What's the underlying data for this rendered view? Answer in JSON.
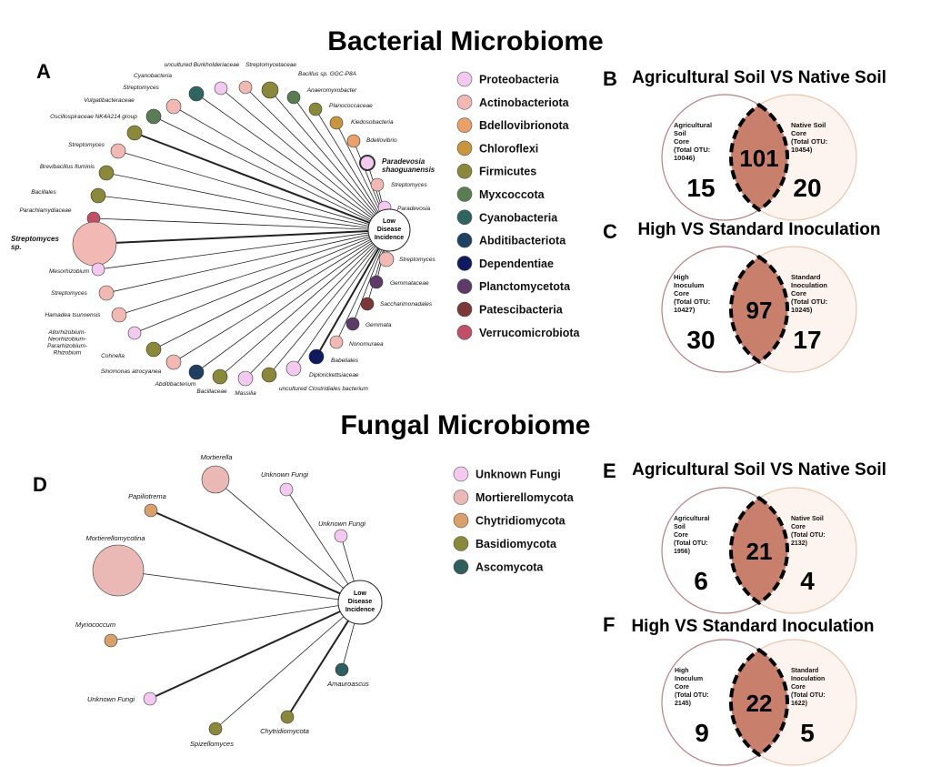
{
  "titles": {
    "bacterial": "Bacterial Microbiome",
    "fungal": "Fungal Microbiome"
  },
  "panel_letters": [
    "A",
    "B",
    "C",
    "D",
    "E",
    "F"
  ],
  "bacterial_network": {
    "hub": [
      "Low",
      "Disease",
      "Incidence"
    ],
    "nodes": [
      {
        "label": "uncultured Burkholderiaceae",
        "phylum": "Proteobacteria"
      },
      {
        "label": "Streptomycetaceae",
        "phylum": "Actinobacteriota"
      },
      {
        "label": "Bacillus sp. GGC-P8A",
        "phylum": "Firmicutes"
      },
      {
        "label": "Cyanobacteria",
        "phylum": "Cyanobacteria"
      },
      {
        "label": "Anaeromyxobacter",
        "phylum": "Myxcoccota"
      },
      {
        "label": "Streptomyces",
        "phylum": "Actinobacteriota"
      },
      {
        "label": "Planococcaceae",
        "phylum": "Firmicutes"
      },
      {
        "label": "Vulgatibacteraceae",
        "phylum": "Myxcoccota"
      },
      {
        "label": "Kiedosobacteria",
        "phylum": "Chloroflexi"
      },
      {
        "label": "Oscillospiraceae NK4A214 group",
        "phylum": "Firmicutes"
      },
      {
        "label": "Bdellovibrio",
        "phylum": "Bdellovibrionota"
      },
      {
        "label": "Streptomyces",
        "phylum": "Actinobacteriota"
      },
      {
        "label": "Paradevosia shaoguanensis",
        "phylum": "Proteobacteria"
      },
      {
        "label": "Brevibacillus fluminis",
        "phylum": "Firmicutes"
      },
      {
        "label": "Streptomyces",
        "phylum": "Actinobacteriota"
      },
      {
        "label": "Bacillales",
        "phylum": "Firmicutes"
      },
      {
        "label": "Paradevosia",
        "phylum": "Proteobacteria"
      },
      {
        "label": "Parachlamydiaceae",
        "phylum": "Verrucomicrobiota"
      },
      {
        "label": "Streptomyces sp.",
        "phylum": "Actinobacteriota"
      },
      {
        "label": "Streptomyces",
        "phylum": "Actinobacteriota"
      },
      {
        "label": "Mesorhizobium",
        "phylum": "Proteobacteria"
      },
      {
        "label": "Gemmataceae",
        "phylum": "Planctomycetota"
      },
      {
        "label": "Streptomyces",
        "phylum": "Actinobacteriota"
      },
      {
        "label": "Saccharimonadales",
        "phylum": "Patescibacteria"
      },
      {
        "label": "Hamadea tsunoensis",
        "phylum": "Actinobacteriota"
      },
      {
        "label": "Gemmata",
        "phylum": "Planctomycetota"
      },
      {
        "label": "Allorhizobium-Neorhizobium-Pararhizobium-Rhizobium",
        "phylum": "Proteobacteria"
      },
      {
        "label": "Nonomuraea",
        "phylum": "Actinobacteriota"
      },
      {
        "label": "Cohnella",
        "phylum": "Firmicutes"
      },
      {
        "label": "Babeliales",
        "phylum": "Dependentiae"
      },
      {
        "label": "Sinomonas atrocyanea",
        "phylum": "Actinobacteriota"
      },
      {
        "label": "Diplorickettsiaceae",
        "phylum": "Proteobacteria"
      },
      {
        "label": "Abditibacterium",
        "phylum": "Abditibacteriota"
      },
      {
        "label": "Bacillaceae",
        "phylum": "Firmicutes"
      },
      {
        "label": "Massilia",
        "phylum": "Proteobacteria"
      },
      {
        "label": "uncultured Clostridiales bacterium",
        "phylum": "Firmicutes"
      }
    ]
  },
  "bacterial_legend": [
    {
      "name": "Proteobacteria",
      "color": "#f4c9ef"
    },
    {
      "name": "Actinobacteriota",
      "color": "#f2b8b4"
    },
    {
      "name": "Bdellovibrionota",
      "color": "#e9a06b"
    },
    {
      "name": "Chloroflexi",
      "color": "#c8953e"
    },
    {
      "name": "Firmicutes",
      "color": "#8a883a"
    },
    {
      "name": "Myxcoccota",
      "color": "#5a7c52"
    },
    {
      "name": "Cyanobacteria",
      "color": "#2f6461"
    },
    {
      "name": "Abditibacteriota",
      "color": "#1f4063"
    },
    {
      "name": "Dependentiae",
      "color": "#0f1b5e"
    },
    {
      "name": "Planctomycetota",
      "color": "#5e3a68"
    },
    {
      "name": "Patescibacteria",
      "color": "#7c3838"
    },
    {
      "name": "Verrucomicrobiota",
      "color": "#c05066"
    }
  ],
  "fungal_network": {
    "hub": [
      "Low",
      "Disease",
      "Incidence"
    ],
    "nodes": [
      {
        "label": "Mortierella",
        "phylum": "Mortierellomycota"
      },
      {
        "label": "Unknown Fungi",
        "phylum": "Unknown Fungi"
      },
      {
        "label": "Papiliotrema",
        "phylum": "Chytridiomycota"
      },
      {
        "label": "Unknown Fungi",
        "phylum": "Unknown Fungi"
      },
      {
        "label": "Mortierellomycotina",
        "phylum": "Mortierellomycota"
      },
      {
        "label": "Myriococcum",
        "phylum": "Chytridiomycota"
      },
      {
        "label": "Amauroascus",
        "phylum": "Ascomycota"
      },
      {
        "label": "Unknown Fungi",
        "phylum": "Unknown Fungi"
      },
      {
        "label": "Chytridiomycota",
        "phylum": "Basidiomycota"
      },
      {
        "label": "Spizellomyces",
        "phylum": "Basidiomycota"
      }
    ]
  },
  "fungal_legend": [
    {
      "name": "Unknown Fungi",
      "color": "#f4c9ef"
    },
    {
      "name": "Mortierellomycota",
      "color": "#ebb9b5"
    },
    {
      "name": "Chytridiomycota",
      "color": "#d9a06c"
    },
    {
      "name": "Basidiomycota",
      "color": "#8a883a"
    },
    {
      "name": "Ascomycota",
      "color": "#2f5f5c"
    }
  ],
  "venns": [
    {
      "letter": "B",
      "title": "Agricultural Soil VS Native Soil",
      "left_label": [
        "Agricultural",
        "Soil",
        "Core",
        "(Total OTU:",
        "10046)"
      ],
      "right_label": [
        "Native Soil",
        "Core",
        "(Total OTU:",
        "10454)"
      ],
      "left_only": 15,
      "shared": 101,
      "right_only": 20
    },
    {
      "letter": "C",
      "title": "High VS Standard Inoculation",
      "left_label": [
        "High",
        "Inoculum",
        "Core",
        "(Total OTU:",
        "10427)"
      ],
      "right_label": [
        "Standard",
        "Inoculation",
        "Core",
        "(Total OTU:",
        "10245)"
      ],
      "left_only": 30,
      "shared": 97,
      "right_only": 17
    },
    {
      "letter": "E",
      "title": "Agricultural Soil VS Native Soil",
      "left_label": [
        "Agricultural",
        "Soil",
        "Core",
        "(Total OTU:",
        "1956)"
      ],
      "right_label": [
        "Native Soil",
        "Core",
        "(Total OTU:",
        "2132)"
      ],
      "left_only": 6,
      "shared": 21,
      "right_only": 4
    },
    {
      "letter": "F",
      "title": "High VS Standard Inoculation",
      "left_label": [
        "High",
        "Inoculum",
        "Core",
        "(Total OTU:",
        "2145)"
      ],
      "right_label": [
        "Standard",
        "Inoculation",
        "Core",
        "(Total OTU:",
        "1622)"
      ],
      "left_only": 9,
      "shared": 22,
      "right_only": 5
    }
  ],
  "colors": {
    "venn_left_stroke": "#b87f84",
    "venn_right_stroke": "#e8c6b0",
    "venn_overlap": "#c8806d",
    "venn_right_fill": "#fdf4ef"
  }
}
